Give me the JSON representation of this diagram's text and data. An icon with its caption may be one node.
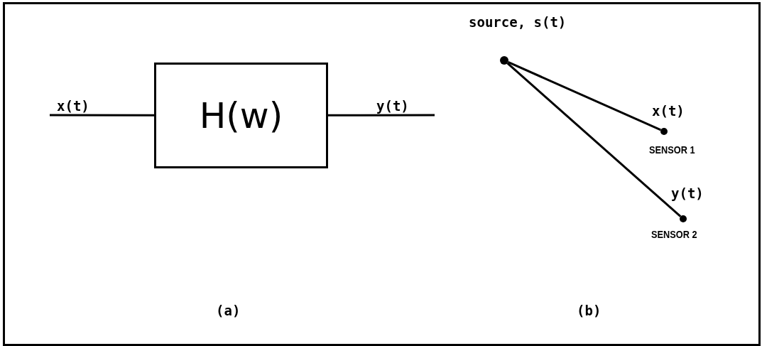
{
  "diagram": {
    "nodes": [
      {
        "text": [
          "H(w)"
        ]
      },
      {
        "text": [],
        "shape": "circle",
        "beside": [
          "source, s(t)"
        ]
      },
      {
        "text": [],
        "shape": "circle",
        "beside": [
          "x(t)",
          "SENSOR 1"
        ]
      },
      {
        "text": [],
        "shape": "circle",
        "beside": [
          "y(t)",
          "SENSOR 2"
        ]
      }
    ],
    "edges": [
      {
        "from": null,
        "to": 0,
        "arrow": "none",
        "label": "x(t)"
      },
      {
        "from": 0,
        "to": null,
        "arrow": "none",
        "label": "y(t)"
      },
      {
        "from": 1,
        "to": 2,
        "arrow": "none"
      },
      {
        "from": 1,
        "to": 3,
        "arrow": "none"
      }
    ],
    "labels": [
      "(a)",
      "(b)"
    ]
  }
}
